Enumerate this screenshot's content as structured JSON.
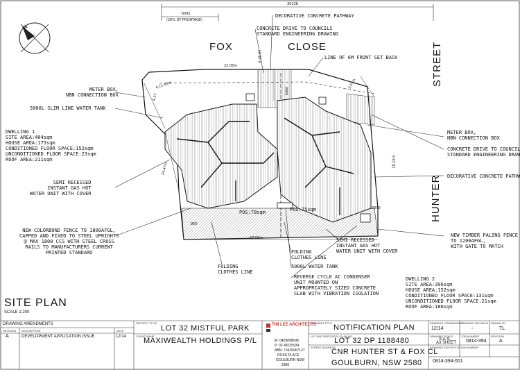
{
  "streets": {
    "fox": "FOX",
    "close": "CLOSE",
    "street": "STREET",
    "hunter": "HUNTER"
  },
  "dims": {
    "overall": "30138",
    "frontage": "6091",
    "frontage_note": "(20% OF FRONTAGE)",
    "d1": "22.05m",
    "d2": "6000",
    "d3": "4.11.63m",
    "d4": "24.47m",
    "d5": "27.05m",
    "d6": "3.07m",
    "d7": "3000",
    "d8": "950",
    "d9": "10.15m",
    "d10": "6.45.02",
    "d11": "4.27"
  },
  "callouts": {
    "deco_path_top": "DECORATIVE CONCRETE PATHWAY",
    "drive_top": "CONCRETE DRIVE TO COUNCILS\nSTANDARD ENGINEERING DRAWING",
    "setback": "LINE OF 6M FRONT SET BACK",
    "meter_left": "METER BOX,\nNBN CONNECTION BOX",
    "tank_left": "5000L SLIM LINE WATER TANK",
    "dwelling1": "DWELLING 1\nSITE AREA:404sqm\nHOUSE AREA:175sqm\nCONDITIONED FLOOR SPACE:152sqm\nUNCONDITIONED FLOOR SPACE:23sqm\nROOF AREA:211sqm",
    "gas_left": "SEMI RECESSED\nINSTANT GAS HOT\nWATER UNIT WITH COVER",
    "fence_left": "NEW COLORBOND FENCE TO 1800AFGL,\nCAPPED AND FIXED TO STEEL UPRIGHTS\n@ MAX 1800 CCS WITH STEEL CROSS\nRAILS TO MANUFACTURERS CURRENT\nPRINTED STANDARD",
    "folding_left": "FOLDING\nCLOTHES LINE",
    "pos_left": "POS:78sqm",
    "pos_right": "POS:75sqm",
    "folding_mid": "FOLDING\nCLOTHES LINE",
    "gas_right": "SEMI RECESSED\nINSTANT GAS HOT\nWATER UNIT WITH COVER",
    "tank_mid": "5000L WATER TANK",
    "ac": "REVERSE CYCLE AC CONDENSER\nUNIT MOUNTED ON\nAPPROPRIATELY SIZED CONCRETE\nSLAB WITH VIBRATION ISOLATION",
    "meter_right": "METER BOX,\nNBN CONNECTION BOX",
    "drive_right": "CONCRETE DRIVE TO COUNCILS\nSTANDARD ENGINEERING DRAW",
    "deco_path_right": "DECORATIVE CONCRETE PATHWA",
    "fence_right": "NEW TIMBER PALING FENCE\nTO 1200AFGL,\nWITH GATE TO MATCH",
    "dwelling2": "DWELLING 2\nSITE AREA:396sqm\nHOUSE AREA:152sqm\nCONDITIONED FLOOR SPACE:131sqm\nUNCONDITIONED FLOOR SPACE:21sqm\nROOF AREA:186sqm"
  },
  "plan": {
    "title": "SITE PLAN",
    "scale": "SCALE 1:200"
  },
  "title_block": {
    "amend_header": "DRAWING AMENDMENTS",
    "amend_cols": {
      "rev": "REVISION",
      "desc": "DESCRIPTION",
      "date": "DATE"
    },
    "amend_row": {
      "rev": "A",
      "desc": "DEVELOPMENT APPLICATION ISSUE",
      "date": "12/14"
    },
    "project_label": "PROJECT TITLE",
    "project": "LOT 32 MISTFUL PARK",
    "client_label": "CLIENT NAME",
    "client": "MAXIWEALTH HOLDINGS P/L",
    "firm": "TIM LEE ARCHITECTS",
    "firm_m": "M: 0429898698",
    "firm_p": "P: 02 48225934",
    "firm_abn": "ABN: 73425067137",
    "firm_addr1": "ROSS PLACE",
    "firm_addr2": "GOULBURN NSW",
    "firm_addr3": "2580",
    "drawing_title_label": "DRAWING TITLE",
    "drawing_title": "NOTIFICATION PLAN",
    "lot_label": "LOT AND DEPOSITED PLAN NO.",
    "lot": "LOT 32 DP 1188480",
    "street_label": "STREET ADDRESS",
    "street": "CNR HUNTER ST & FOX CL",
    "suburb": "GOULBURN, NSW 2580",
    "commenced_label": "DRAWING COMMENCED",
    "commenced": "12/14",
    "scale_label": "DRAWING SCALE",
    "scale1": "S.A.S.",
    "scale2": "A3 SHEET",
    "job_label": "JOB NUMBER",
    "job": "0814-394",
    "revised_label": "DRAWING REVISION",
    "revised": "-",
    "drawn_label": "DRAWN BY",
    "drawn": "TL",
    "rev_label": "REVISION",
    "rev": "A",
    "ident_label": "DRAWING IDENTIFICATION NUMBER",
    "ident": "0814-394-001"
  }
}
